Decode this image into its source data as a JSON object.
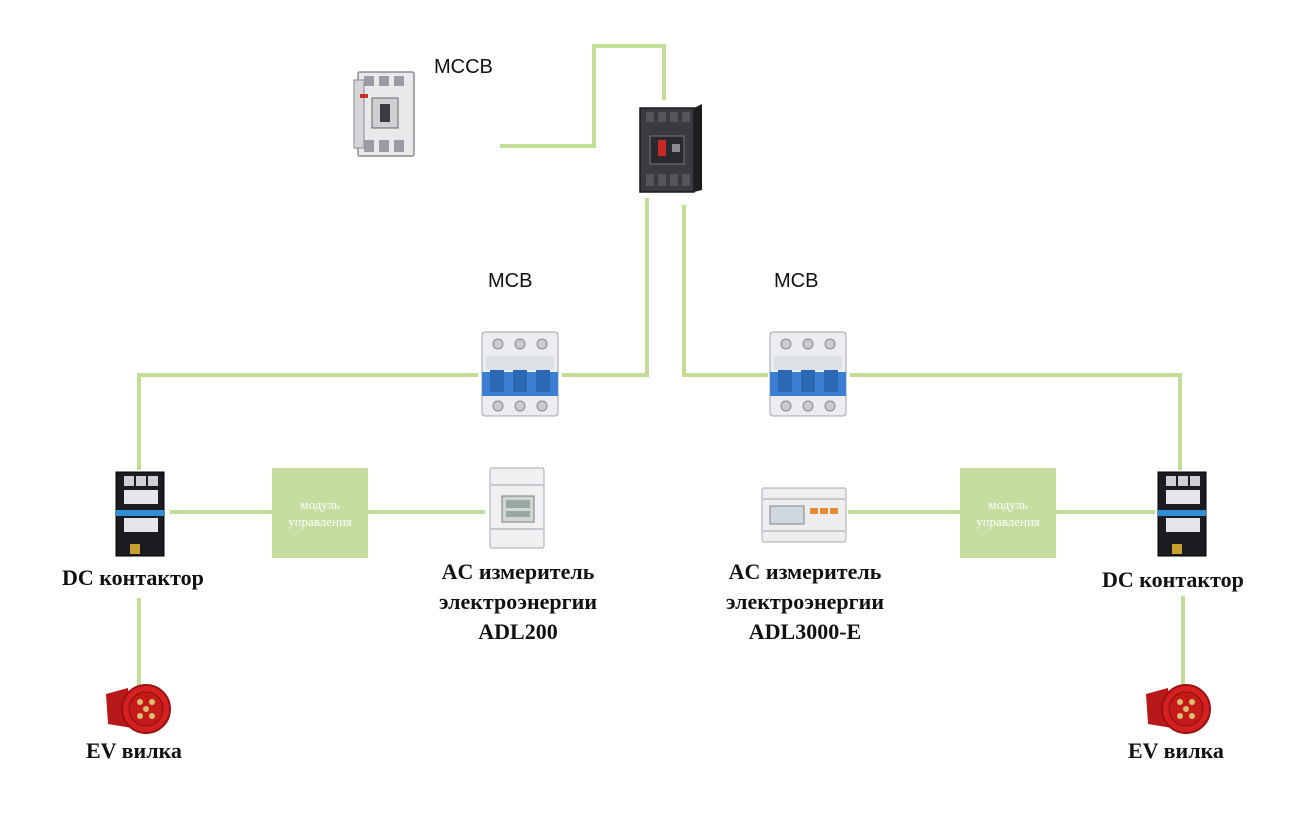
{
  "labels": {
    "mccb": "MCCB",
    "mcb_left": "MCB",
    "mcb_right": "MCB",
    "dc_contactor_left": "DC контактор",
    "dc_contactor_right": "DC контактор",
    "ev_plug_left": "EV вилка",
    "ev_plug_right": "EV вилка",
    "meter_left": [
      "AC измеритель",
      "электроэнергии",
      "ADL200"
    ],
    "meter_right": [
      "AC измеритель",
      "электроэнергии",
      "ADL3000-E"
    ],
    "control_module_left": [
      "модуль",
      "управления"
    ],
    "control_module_right": [
      "модуль",
      "управления"
    ]
  },
  "colors": {
    "wire": "#c2de96",
    "module_fill": "#c5dea0",
    "module_text": "#ffffff",
    "mcb_blue": "#3b7fd0",
    "plug_red": "#d42020",
    "breaker_dark": "#2a2a2e"
  }
}
